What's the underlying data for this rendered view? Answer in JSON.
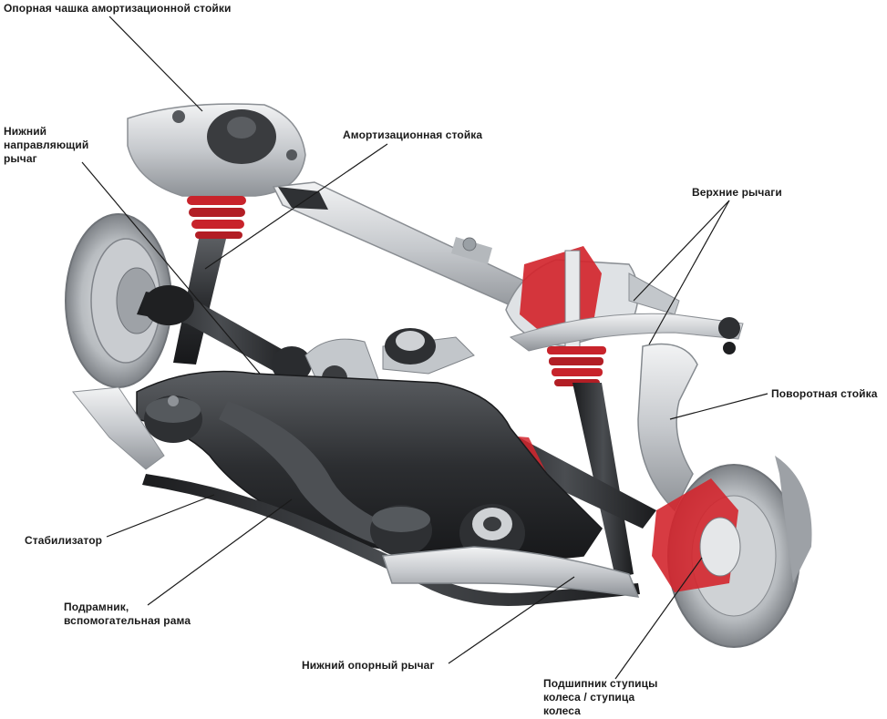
{
  "labels": {
    "strut_top_mount": "Опорная чашка амортизационной стойки",
    "lower_guide_arm": "Нижний\nнаправляющий\nрычаг",
    "shock_strut": "Амортизационная стойка",
    "upper_arms": "Верхние рычаги",
    "steering_knuckle": "Поворотная стойка",
    "stabilizer": "Стабилизатор",
    "subframe": "Подрамник,\nвспомогательная рама",
    "lower_support_arm": "Нижний опорный рычаг",
    "hub_bearing": "Подшипник ступицы\nколеса / ступица\nколеса"
  },
  "colors": {
    "label_text": "#1a1a1a",
    "leader_line": "#1a1a1a",
    "metal_light": "#d9dcdf",
    "metal_mid": "#a9adb2",
    "metal_dark": "#3b3d40",
    "subframe_black": "#2a2b2d",
    "spring_red": "#c8232b",
    "cutaway_red": "#d3262e"
  }
}
